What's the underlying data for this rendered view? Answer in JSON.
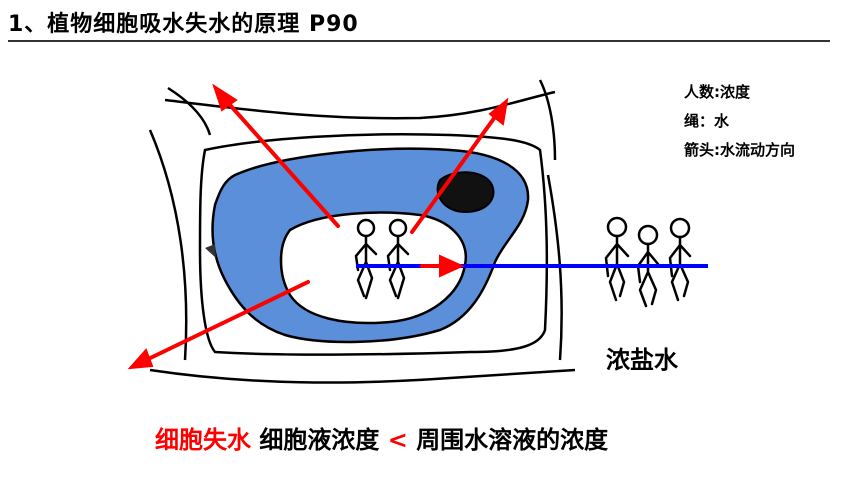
{
  "title": "1、植物细胞吸水失水的原理   P90",
  "legend": {
    "line1": "人数:浓度",
    "line2": "绳：水",
    "line3": "箭头:水流动方向"
  },
  "outside_label": "浓盐水",
  "caption": {
    "red_part": "细胞失水",
    "part2": "细胞液浓度",
    "lt": "<",
    "part3": "周围水溶液的浓度"
  },
  "colors": {
    "cytoplasm": "#5b8fd9",
    "arrow": "#ff0000",
    "rope": "#0000ff",
    "text_highlight": "#ff0000"
  }
}
